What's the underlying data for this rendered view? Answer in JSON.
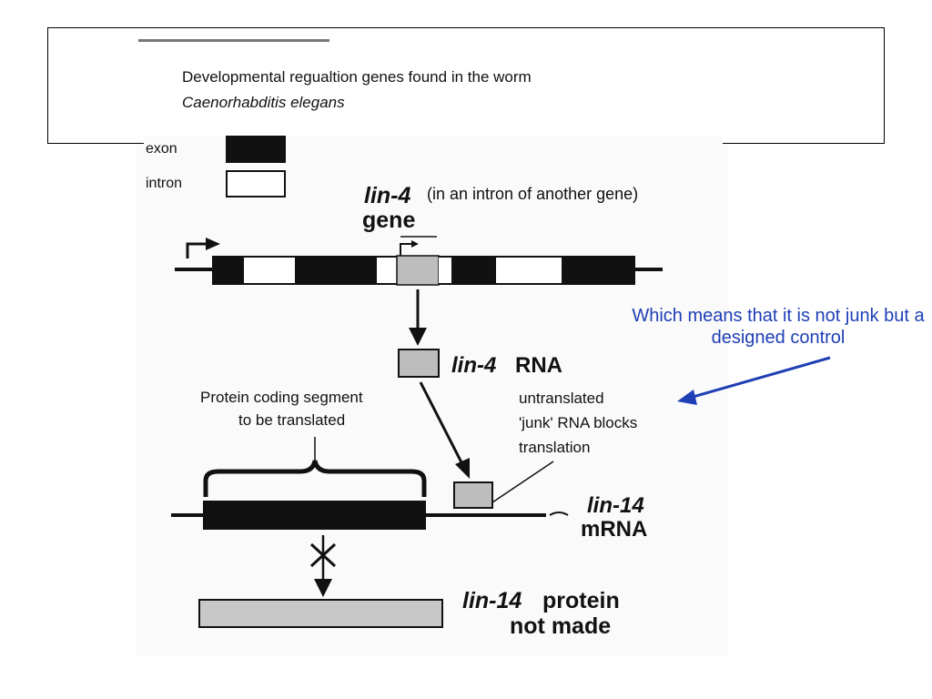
{
  "header": {
    "line1": "Developmental regualtion genes found in the worm",
    "line2": "Caenorhabditis elegans"
  },
  "legend": {
    "exon_label": "exon",
    "intron_label": "intron"
  },
  "lin4_gene": {
    "name": "lin-4",
    "note": "(in an intron of another gene)",
    "gene_word": "gene"
  },
  "lin4_rna": {
    "name": "lin-4",
    "suffix": "RNA"
  },
  "protein_coding": {
    "line1": "Protein coding segment",
    "line2": "to be translated"
  },
  "untranslated": {
    "line1": "untranslated",
    "line2": "'junk' RNA blocks",
    "line3": "translation"
  },
  "lin14_mrna": {
    "name": "lin-14",
    "suffix": "mRNA"
  },
  "lin14_protein": {
    "name": "lin-14",
    "suffix": "protein",
    "line2": "not made"
  },
  "annotation": {
    "text": "Which means that it is not junk but a designed control",
    "color": "#1e3fb5"
  },
  "colors": {
    "exon": "#111111",
    "intron": "#ffffff",
    "shaded": "#bdbdbd"
  }
}
